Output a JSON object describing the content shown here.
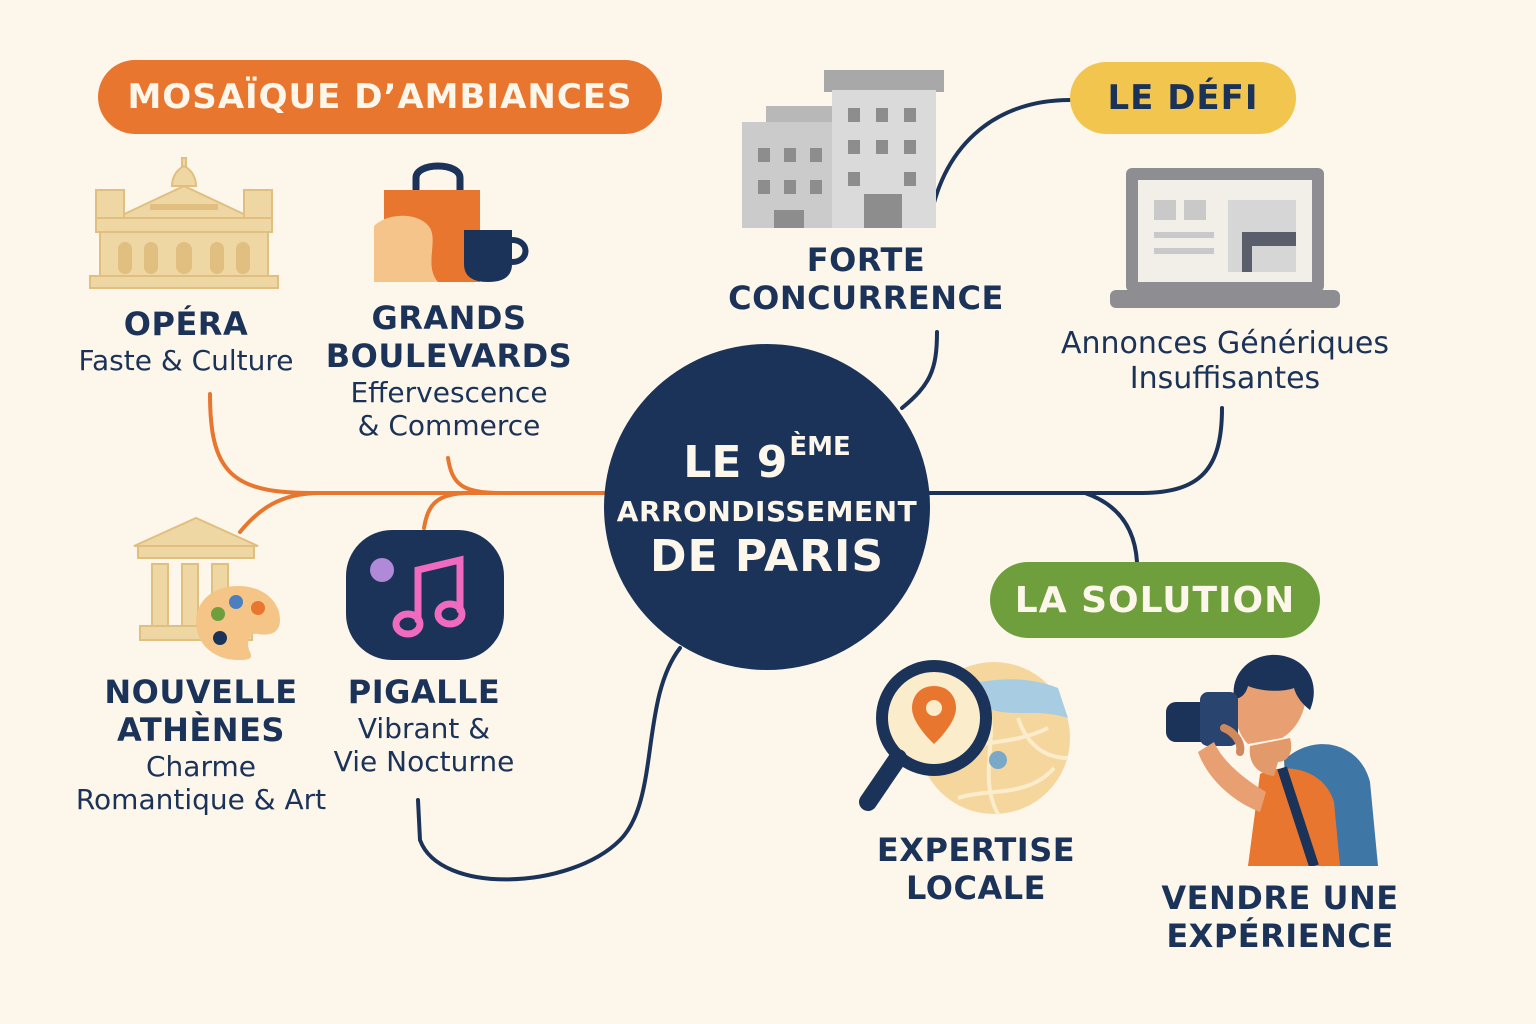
{
  "header": {
    "ambiances_title": "MOSAÏQUE D’AMBIANCES",
    "defi_title": "LE DÉFI",
    "solution_title": "LA SOLUTION"
  },
  "center": {
    "line1": "LE 9",
    "line1_sup": "ÈME",
    "line2": "ARRONDISSEMENT",
    "line3": "DE PARIS"
  },
  "ambiances": {
    "opera": {
      "title": "OPÉRA",
      "subtitle": "Faste & Culture"
    },
    "boulevards": {
      "title_line1": "GRANDS",
      "title_line2": "BOULEVARDS",
      "subtitle_line1": "Effervescence",
      "subtitle_line2": "& Commerce"
    },
    "athenes": {
      "title_line1": "NOUVELLE",
      "title_line2": "ATHÈNES",
      "subtitle_line1": "Charme",
      "subtitle_line2": "Romantique & Art"
    },
    "pigalle": {
      "title": "PIGALLE",
      "subtitle_line1": "Vibrant &",
      "subtitle_line2": "Vie Nocturne"
    }
  },
  "defi": {
    "concurrence": {
      "line1": "FORTE",
      "line2": "CONCURRENCE"
    },
    "annonces": {
      "line1": "Annonces Génériques",
      "line2": "Insuffisantes"
    }
  },
  "solution": {
    "expertise": {
      "line1": "EXPERTISE",
      "line2": "LOCALE"
    },
    "experience": {
      "line1": "VENDRE UNE",
      "line2": "EXPÉRIENCE"
    }
  },
  "colors": {
    "background": "#fdf6ea",
    "navy": "#1b3358",
    "orange": "#e8762f",
    "yellow": "#f2c54e",
    "green": "#6f9e3c"
  },
  "icons": [
    "opera-building-icon",
    "shopping-bag-icon",
    "coffee-cup-icon",
    "temple-icon",
    "palette-icon",
    "music-note-icon",
    "office-buildings-icon",
    "laptop-icon",
    "magnifier-map-icon",
    "photographer-icon"
  ]
}
